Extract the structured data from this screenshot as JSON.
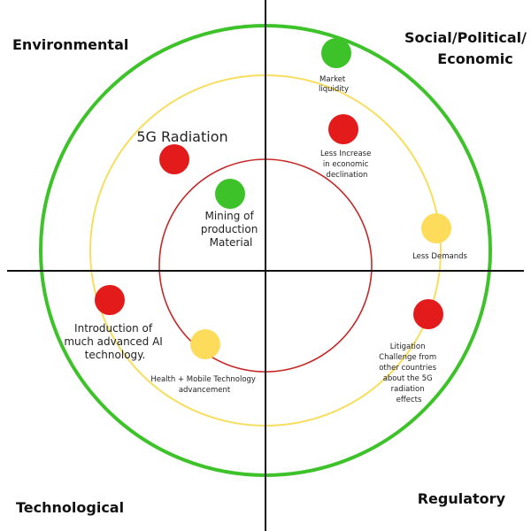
{
  "colors": {
    "outer_ring": "#3ec22a",
    "middle_ring": "#f7de5e",
    "inner_ring": "#c62828",
    "axis": "#111111",
    "status_green": "#3ec22a",
    "status_red": "#e31b1b",
    "status_yellow": "#fddc5c"
  },
  "quadrants": {
    "environmental": "Environmental",
    "social_line1": "Social/Political/",
    "social_line2": "Economic",
    "technological": "Technological",
    "regulatory": "Regulatory"
  },
  "items": [
    {
      "id": "market-liquidity",
      "status": "green",
      "label": [
        "Market",
        "liquidity"
      ]
    },
    {
      "id": "less-increase",
      "status": "red",
      "label": [
        "Less Increase",
        "in economic",
        "declination"
      ]
    },
    {
      "id": "less-demands",
      "status": "yellow",
      "label": [
        "Less Demands"
      ]
    },
    {
      "id": "litigation",
      "status": "red",
      "label": [
        "Litigation",
        "Challenge from",
        "other countries",
        "about the 5G",
        "radiation",
        "effects"
      ]
    },
    {
      "id": "5g-radiation",
      "status": "red",
      "label": [
        "5G Radiation"
      ]
    },
    {
      "id": "mining",
      "status": "green",
      "label": [
        "Mining of",
        "production",
        "Material"
      ]
    },
    {
      "id": "introduction-ai",
      "status": "red",
      "label": [
        "Introduction of",
        "much advanced AI",
        "technology."
      ]
    },
    {
      "id": "health-mobile",
      "status": "yellow",
      "label": [
        "Health + Mobile Technology",
        "advancement"
      ]
    }
  ]
}
